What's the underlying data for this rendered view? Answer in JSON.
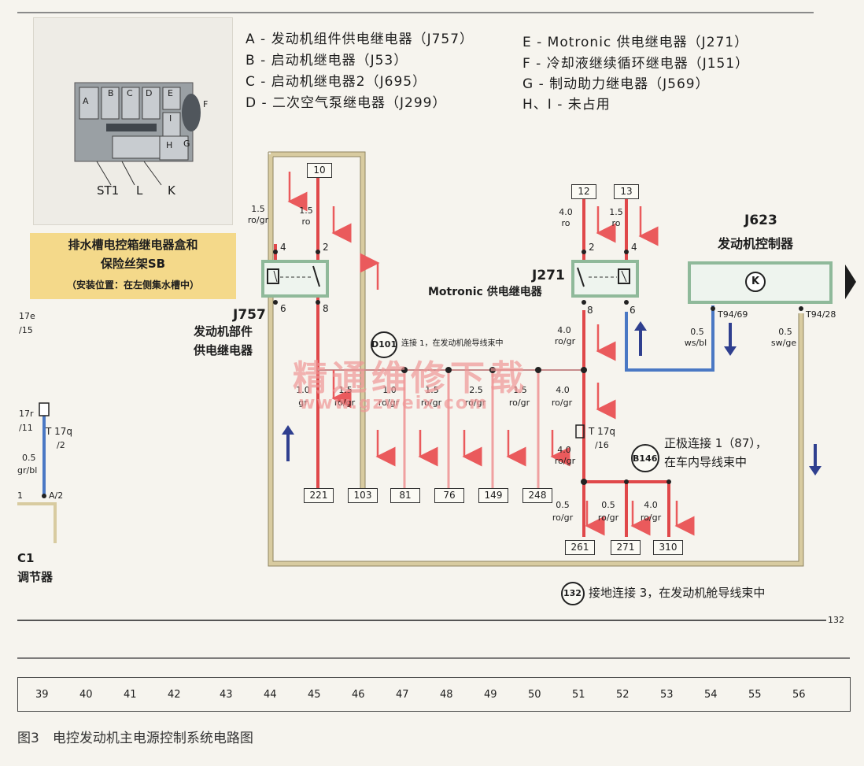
{
  "legend": {
    "A": "A - 发动机组件供电继电器（J757）",
    "B": "B - 启动机继电器（J53）",
    "C": "C - 启动机继电器2（J695）",
    "D": "D - 二次空气泵继电器（J299）",
    "E": "E - Motronic 供电继电器（J271）",
    "F": "F - 冷却液继续循环继电器（J151）",
    "G": "G - 制动助力继电器（J569）",
    "HI": "H、I - 未占用"
  },
  "photo": {
    "letters": [
      "A",
      "B",
      "C",
      "D",
      "E",
      "F",
      "I",
      "G",
      "H"
    ],
    "label_st1": "ST1",
    "label_l": "L",
    "label_k": "K"
  },
  "sb_box": {
    "line1": "排水槽电控箱继电器盒和",
    "line2": "保险丝架SB",
    "line3": "（安装位置：在左侧集水槽中）"
  },
  "left_partial": {
    "t17e": "17e",
    "n15": "/15",
    "t17r": "17r",
    "n11": "/11",
    "t17q": "T 17q",
    "n2": "/2",
    "w05": "0.5",
    "grbl": "gr/bl",
    "a2": "A/2",
    "one": "1",
    "c1": "C1",
    "tiaojieqi": "调节器"
  },
  "j757": {
    "code": "J757",
    "name1": "发动机部件",
    "name2": "供电继电器",
    "pin4": "4",
    "pin2": "2",
    "pin6": "6",
    "pin8": "8",
    "w_left_size": "1.5",
    "w_left_color": "ro/gr",
    "w_right_size": "1.5",
    "w_right_color": "ro"
  },
  "j271": {
    "code": "J271",
    "name": "Motronic 供电继电器",
    "pin2": "2",
    "pin4": "4",
    "pin8": "8",
    "pin6": "6",
    "w_left_size": "4.0",
    "w_left_color": "ro",
    "w_right_size": "1.5",
    "w_right_color": "ro",
    "w_out_size": "4.0",
    "w_out_color": "ro/gr"
  },
  "j623": {
    "code": "J623",
    "name": "发动机控制器",
    "k": "K",
    "pin_a": "T94/69",
    "pin_b": "T94/28",
    "wa_size": "0.5",
    "wa_color": "ws/bl",
    "wb_size": "0.5",
    "wb_color": "sw/ge"
  },
  "d101": {
    "code": "D101",
    "desc": "连接 1，在发动机舱导线束中"
  },
  "b146": {
    "code": "B146",
    "desc1": "正极连接 1（87），",
    "desc2": "在车内导线束中"
  },
  "g132": {
    "code": "132",
    "desc": "接地连接 3，在发动机舱导线束中"
  },
  "t17q": {
    "label": "T 17q",
    "pin": "/16",
    "w_size": "4.0",
    "w_color": "ro/gr"
  },
  "bus_wires": [
    {
      "size": "1.0",
      "color": "gr"
    },
    {
      "size": "1.5",
      "color": "ro/gr"
    },
    {
      "size": "1.0",
      "color": "ro/gr"
    },
    {
      "size": "1.5",
      "color": "ro/gr"
    },
    {
      "size": "2.5",
      "color": "ro/gr"
    },
    {
      "size": "1.5",
      "color": "ro/gr"
    },
    {
      "size": "4.0",
      "color": "ro/gr"
    }
  ],
  "terminals_top": [
    "10",
    "12",
    "13"
  ],
  "terminals_bottom": [
    "221",
    "103",
    "81",
    "76",
    "149",
    "248"
  ],
  "terminals_b146": [
    "261",
    "271",
    "310"
  ],
  "b146_wires": [
    {
      "size": "0.5",
      "color": "ro/gr"
    },
    {
      "size": "0.5",
      "color": "ro/gr"
    },
    {
      "size": "4.0",
      "color": "ro/gr"
    }
  ],
  "ref_132": "132",
  "watermark": {
    "cn": "精通维修下载",
    "url": "www.gzweix.com"
  },
  "ruler": [
    "39",
    "40",
    "41",
    "42",
    "43",
    "44",
    "45",
    "46",
    "47",
    "48",
    "49",
    "50",
    "51",
    "52",
    "53",
    "54",
    "55",
    "56"
  ],
  "caption": "图3　电控发动机主电源控制系统电路图",
  "colors": {
    "red": "#e0484a",
    "blue": "#4a78c4",
    "beige": "#d8cba0",
    "arrow_red": "#ea5a5c",
    "arrow_blue": "#2f3f8f"
  }
}
